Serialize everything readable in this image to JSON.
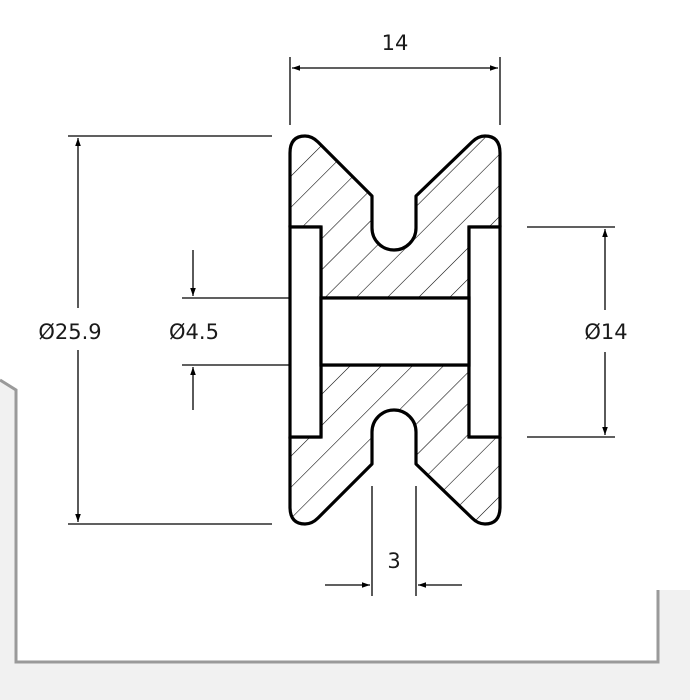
{
  "dimensions": {
    "overall_width": "14",
    "outer_diameter": "Ø25.9",
    "bore_diameter": "Ø4.5",
    "hub_diameter": "Ø14",
    "groove_width": "3"
  },
  "colors": {
    "background": "#f1f1f1",
    "sheet": "#ffffff",
    "sheet_edge": "#9a9a9a",
    "line": "#000000"
  }
}
